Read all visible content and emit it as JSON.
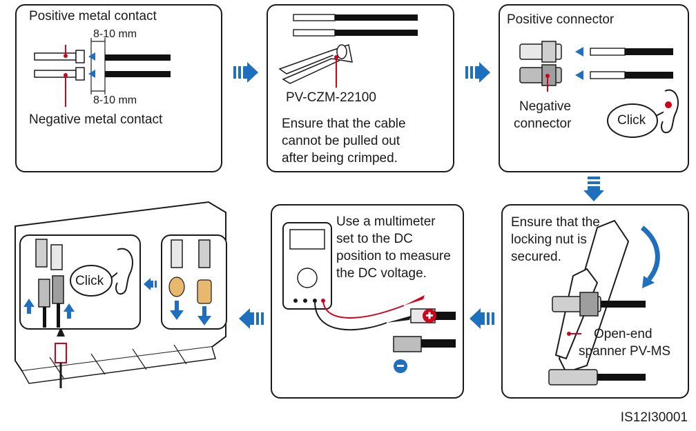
{
  "step1": {
    "positive_label": "Positive metal contact",
    "negative_label": "Negative metal contact",
    "strip_top": "8-10 mm",
    "strip_bottom": "8-10 mm"
  },
  "step2": {
    "tool": "PV-CZM-22100",
    "note_lines": [
      "Ensure that the cable",
      "cannot be pulled out",
      "after being crimped."
    ]
  },
  "step3": {
    "positive_label": "Positive connector",
    "negative_lines": [
      "Negative",
      "connector"
    ],
    "click": "Click"
  },
  "step4": {
    "note_lines": [
      "Ensure that the",
      "locking nut is",
      "secured."
    ],
    "tool_lines": [
      "Open-end",
      "spanner PV-MS"
    ]
  },
  "step5": {
    "note_lines": [
      "Use a multimeter",
      "set to the DC",
      "position to measure",
      "the DC voltage."
    ]
  },
  "step6": {
    "click": "Click"
  },
  "figure_code": "IS12I30001"
}
